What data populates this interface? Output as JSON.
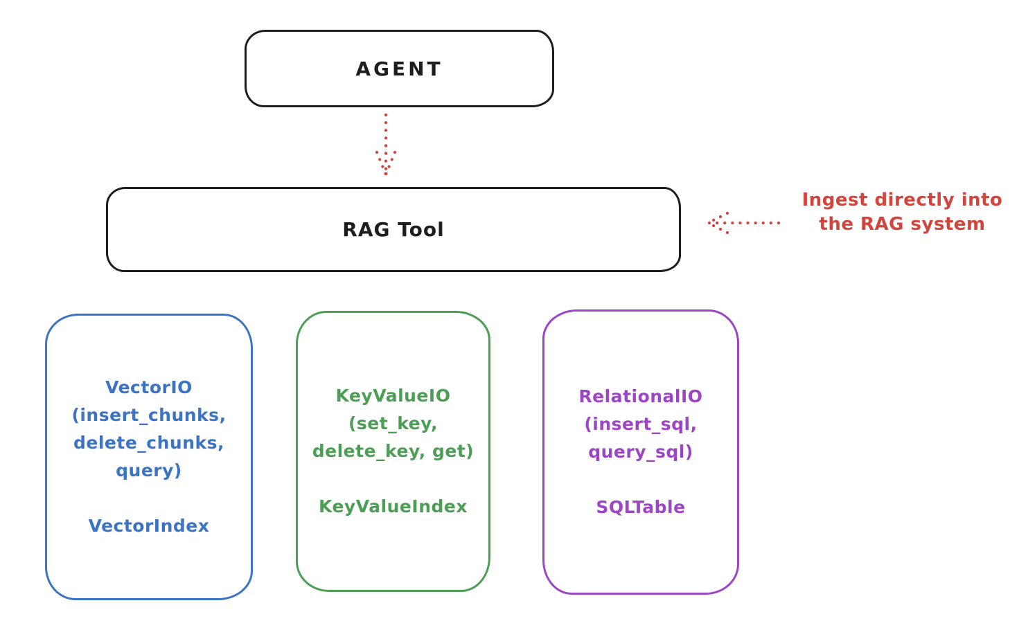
{
  "agent": {
    "label": "AGENT"
  },
  "rag_tool": {
    "label": "RAG Tool"
  },
  "annotation": {
    "line1": "Ingest directly into",
    "line2": "the RAG system"
  },
  "stores": [
    {
      "lines": [
        "VectorIO",
        "(insert_chunks,",
        "delete_chunks,",
        "query)"
      ],
      "index_label": "VectorIndex",
      "color": "#3b74c4"
    },
    {
      "lines": [
        "KeyValueIO",
        "(set_key,",
        "delete_key, get)"
      ],
      "index_label": "KeyValueIndex",
      "color": "#4d9e55"
    },
    {
      "lines": [
        "RelationalIO",
        "(insert_sql,",
        "query_sql)"
      ],
      "index_label": "SQLTable",
      "color": "#9c46c5"
    }
  ],
  "colors": {
    "stroke_black": "#1e1e1e",
    "accent_red": "#d1453c",
    "vector_blue": "#3b74c4",
    "keyvalue_green": "#4d9e55",
    "relational_purple": "#9c46c5",
    "background": "#ffffff"
  }
}
